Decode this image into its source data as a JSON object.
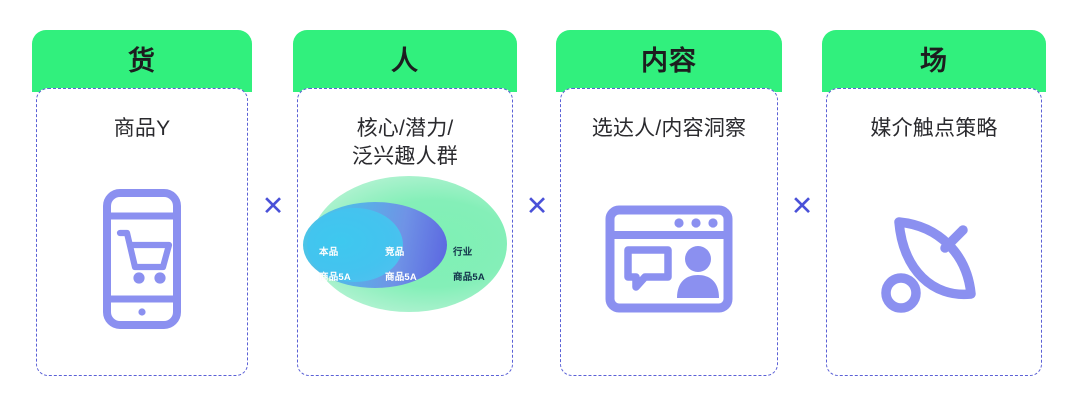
{
  "theme": {
    "header_green": "#31f07d",
    "dashed_border": "#5b61d6",
    "icon_purple": "#8b90f0",
    "separator_color": "#4a51d8",
    "caption_color": "#2a2a2e"
  },
  "separators": [
    {
      "symbol": "✕"
    },
    {
      "symbol": "✕"
    },
    {
      "symbol": "✕"
    }
  ],
  "cards": [
    {
      "header": "货",
      "caption": "商品Y",
      "icon": "mobile-shopping-cart-icon"
    },
    {
      "header": "人",
      "caption": "核心/潜力/\n泛兴趣人群",
      "icon": "venn-diagram",
      "venn": {
        "industry": {
          "line1": "行业",
          "line2": "商品5A"
        },
        "competitor": {
          "line1": "竞品",
          "line2": "商品5A"
        },
        "own": {
          "line1": "本品",
          "line2": "商品5A"
        }
      }
    },
    {
      "header": "内容",
      "caption": "选达人/内容洞察",
      "icon": "browser-chat-person-icon"
    },
    {
      "header": "场",
      "caption": "媒介触点策略",
      "icon": "satellite-dish-icon"
    }
  ]
}
